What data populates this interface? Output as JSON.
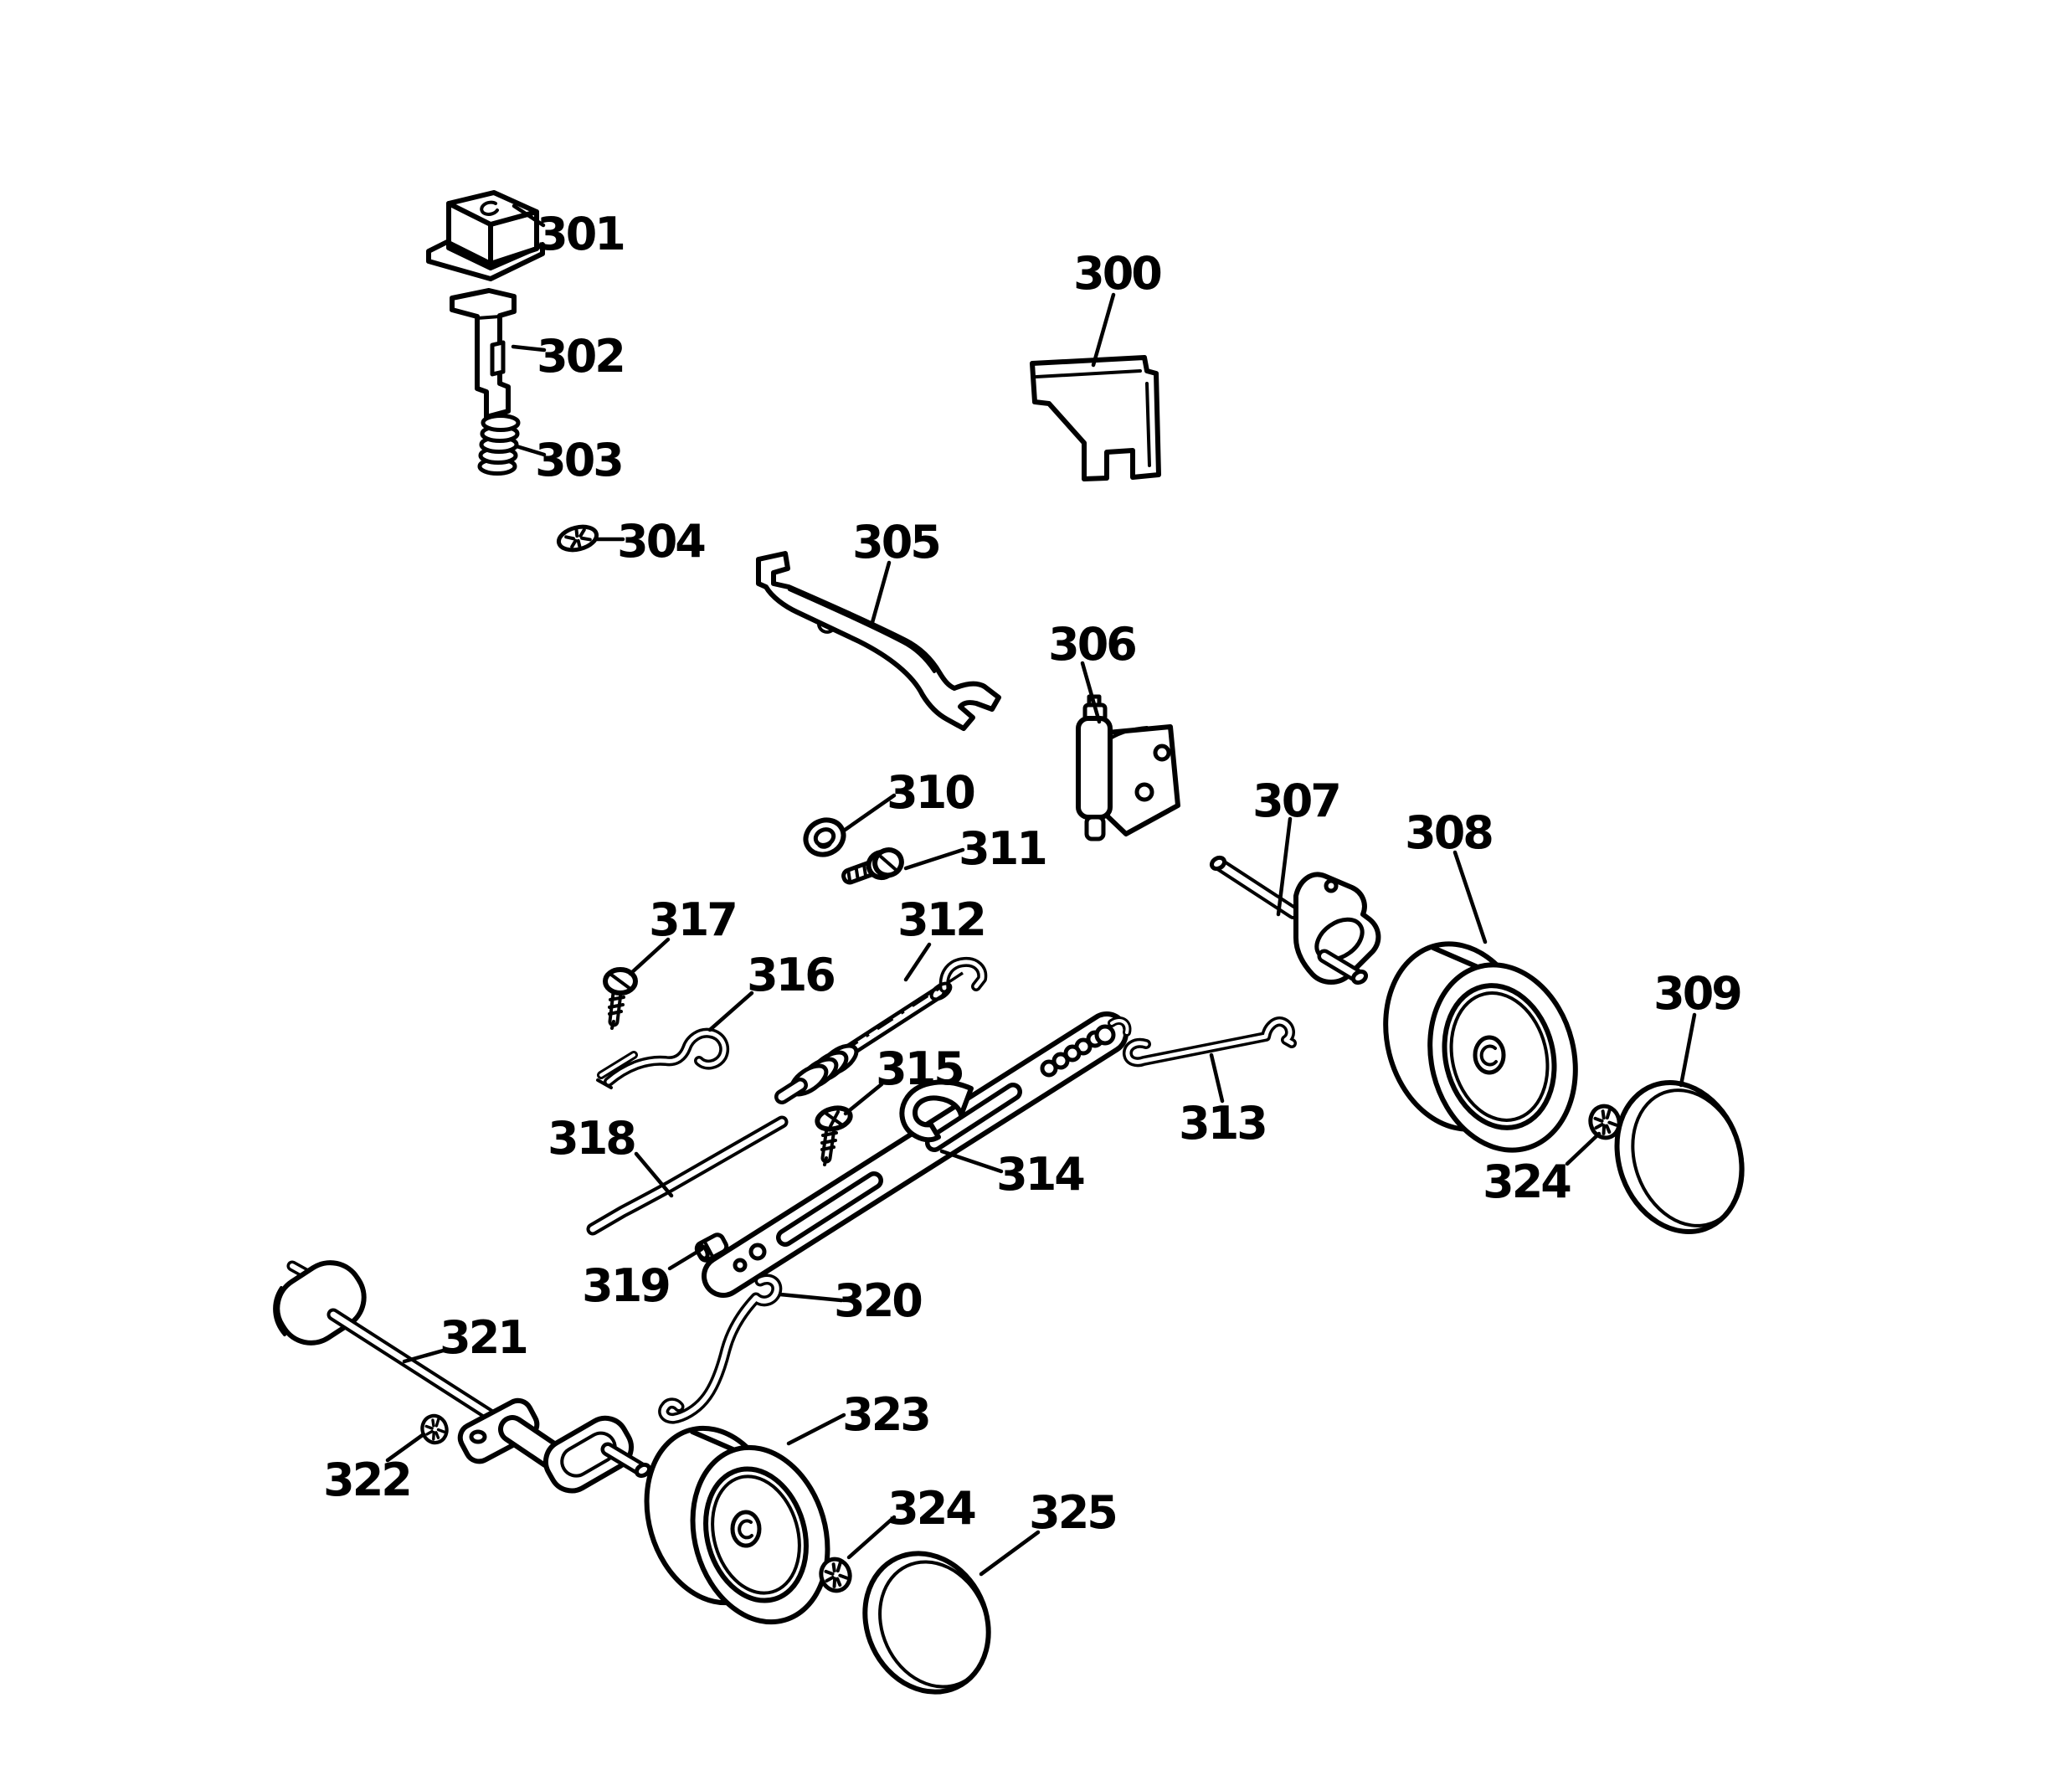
{
  "diagram": {
    "background_color": "#ffffff",
    "line_color": "#000000",
    "callouts": [
      {
        "label": "300"
      },
      {
        "label": "301"
      },
      {
        "label": "302"
      },
      {
        "label": "303"
      },
      {
        "label": "304"
      },
      {
        "label": "305"
      },
      {
        "label": "306"
      },
      {
        "label": "307"
      },
      {
        "label": "308"
      },
      {
        "label": "309"
      },
      {
        "label": "310"
      },
      {
        "label": "311"
      },
      {
        "label": "312"
      },
      {
        "label": "313"
      },
      {
        "label": "314"
      },
      {
        "label": "315"
      },
      {
        "label": "316"
      },
      {
        "label": "317"
      },
      {
        "label": "318"
      },
      {
        "label": "319"
      },
      {
        "label": "320"
      },
      {
        "label": "321"
      },
      {
        "label": "322"
      },
      {
        "label": "323"
      },
      {
        "label": "324"
      },
      {
        "label": "325"
      },
      {
        "label": "324"
      }
    ]
  }
}
